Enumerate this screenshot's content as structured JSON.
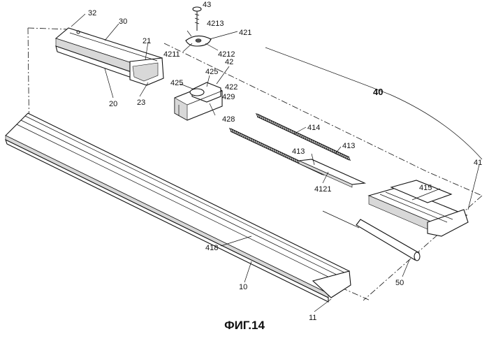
{
  "figure": {
    "caption": "ФИГ.14",
    "labels": {
      "l32": "32",
      "l30": "30",
      "l21": "21",
      "l20": "20",
      "l23": "23",
      "l43": "43",
      "l4213": "4213",
      "l421": "421",
      "l4211": "4211",
      "l4212": "4212",
      "l42": "42",
      "l425a": "425",
      "l425b": "425",
      "l422": "422",
      "l429": "429",
      "l428": "428",
      "l40": "40",
      "l414": "414",
      "l413a": "413",
      "l413b": "413",
      "l4121": "4121",
      "l41": "41",
      "l415": "415",
      "l418": "418",
      "l10": "10",
      "l11": "11",
      "l50": "50"
    }
  }
}
